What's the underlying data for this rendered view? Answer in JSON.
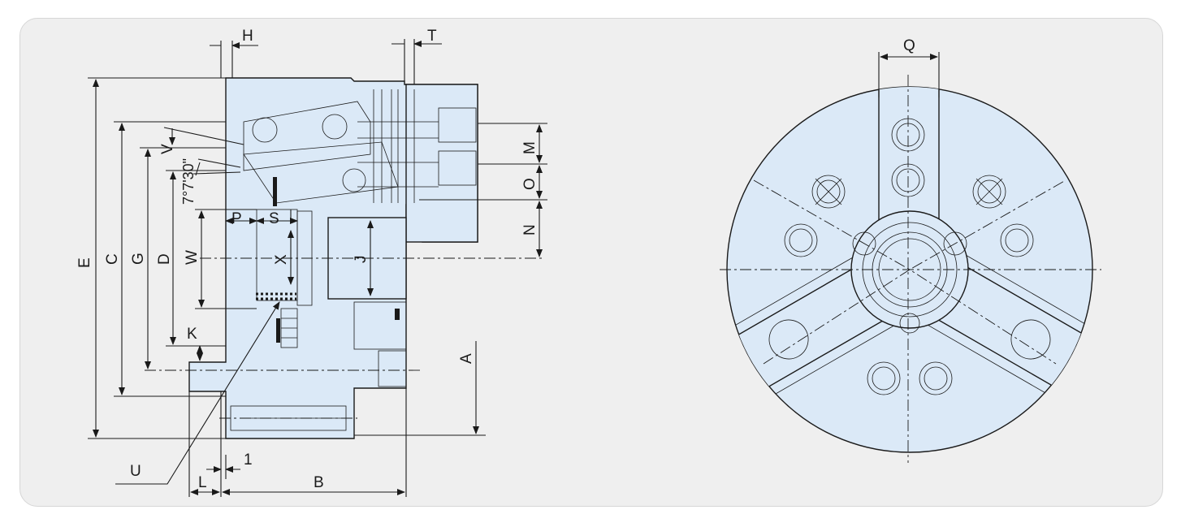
{
  "diagram": {
    "side_view_labels": {
      "H": "H",
      "T": "T",
      "V": "V",
      "angle": "7°7'30\"",
      "P": "P",
      "S": "S",
      "M": "M",
      "O": "O",
      "N": "N",
      "E": "E",
      "C": "C",
      "G": "G",
      "D": "D",
      "W": "W",
      "X": "X",
      "J": "J",
      "K": "K",
      "A": "A",
      "U": "U",
      "one": "1",
      "L": "L",
      "B": "B"
    },
    "front_view_labels": {
      "Q": "Q"
    },
    "colors": {
      "part_fill": "#dbe9f7",
      "panel_bg": "#efefef",
      "line": "#1a1a1a"
    }
  }
}
